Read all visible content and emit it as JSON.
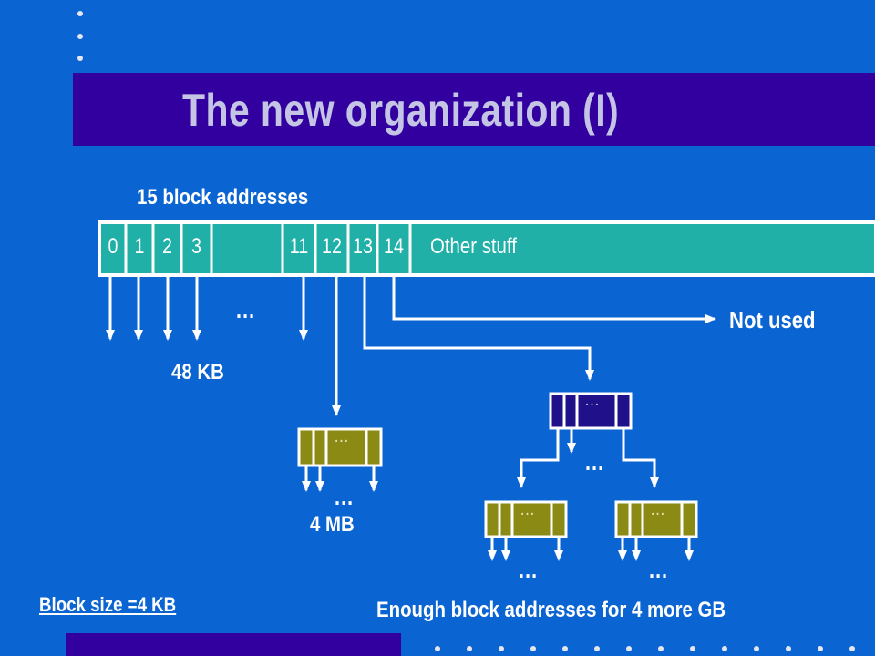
{
  "slide": {
    "title": "The new organization (I)",
    "block_addresses_label": "15 block addresses",
    "cells": [
      "0",
      "1",
      "2",
      "3",
      "11",
      "12",
      "13",
      "14"
    ],
    "other_stuff": "Other stuff",
    "dots": "…",
    "direct_size": "48 KB",
    "single_indirect_size": "4 MB",
    "not_used": "Not used",
    "block_size": "Block size =4 KB",
    "double_indirect_caption": "Enough block addresses for 4 more GB"
  },
  "colors": {
    "background": "#0a64d2",
    "title_band": "#3300a0",
    "title_text": "#c4c4e4",
    "inode_bar": "#20b0a8",
    "olive_block": "#8a8a14",
    "navy_block": "#20108a"
  }
}
